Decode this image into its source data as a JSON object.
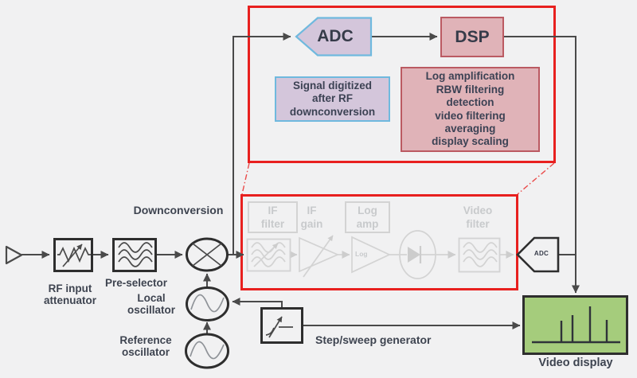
{
  "colors": {
    "bg": "#f1f1f2",
    "highlight_red": "#e8201f",
    "digital_fill": "#d4c6db",
    "digital_border": "#6fb9de",
    "dsp_fill": "#e0b3b8",
    "dsp_border": "#bb5a62",
    "display_green": "#a5cc7c",
    "wire_dark": "#4a4a4a",
    "component_dark": "#2e2e2e",
    "disabled_gray": "#d3d3d3",
    "disabled_text": "#c8cacc",
    "label_dark": "#3e4450"
  },
  "digital_callout": {
    "adc_block": {
      "label": "ADC"
    },
    "dsp_block": {
      "label": "DSP"
    },
    "signal_note": {
      "lines": [
        "Signal digitized",
        "after RF",
        "downconversion"
      ]
    },
    "dsp_note": {
      "lines": [
        "Log amplification",
        "RBW filtering",
        "detection",
        "video filtering",
        "averaging",
        "display scaling"
      ]
    }
  },
  "legacy_if_section": {
    "if_filter_label": {
      "lines": [
        "IF",
        "filter"
      ]
    },
    "if_gain_label": {
      "lines": [
        "IF",
        "gain"
      ]
    },
    "log_amp_label": {
      "lines": [
        "Log",
        "amp"
      ]
    },
    "log_amp_symbol_text": "Log",
    "video_filter_label": {
      "lines": [
        "Video",
        "filter"
      ]
    }
  },
  "rf_front_end": {
    "downconversion_label": "Downconversion",
    "rf_input_attenuator_label": {
      "lines": [
        "RF input",
        "attenuator"
      ]
    },
    "pre_selector_label": "Pre-selector",
    "local_oscillator_label": {
      "lines": [
        "Local",
        "oscillator"
      ]
    },
    "reference_oscillator_label": {
      "lines": [
        "Reference",
        "oscillator"
      ]
    },
    "step_sweep_generator_label": "Step/sweep generator",
    "adc_block_label": "ADC",
    "video_display_label": "Video display"
  }
}
